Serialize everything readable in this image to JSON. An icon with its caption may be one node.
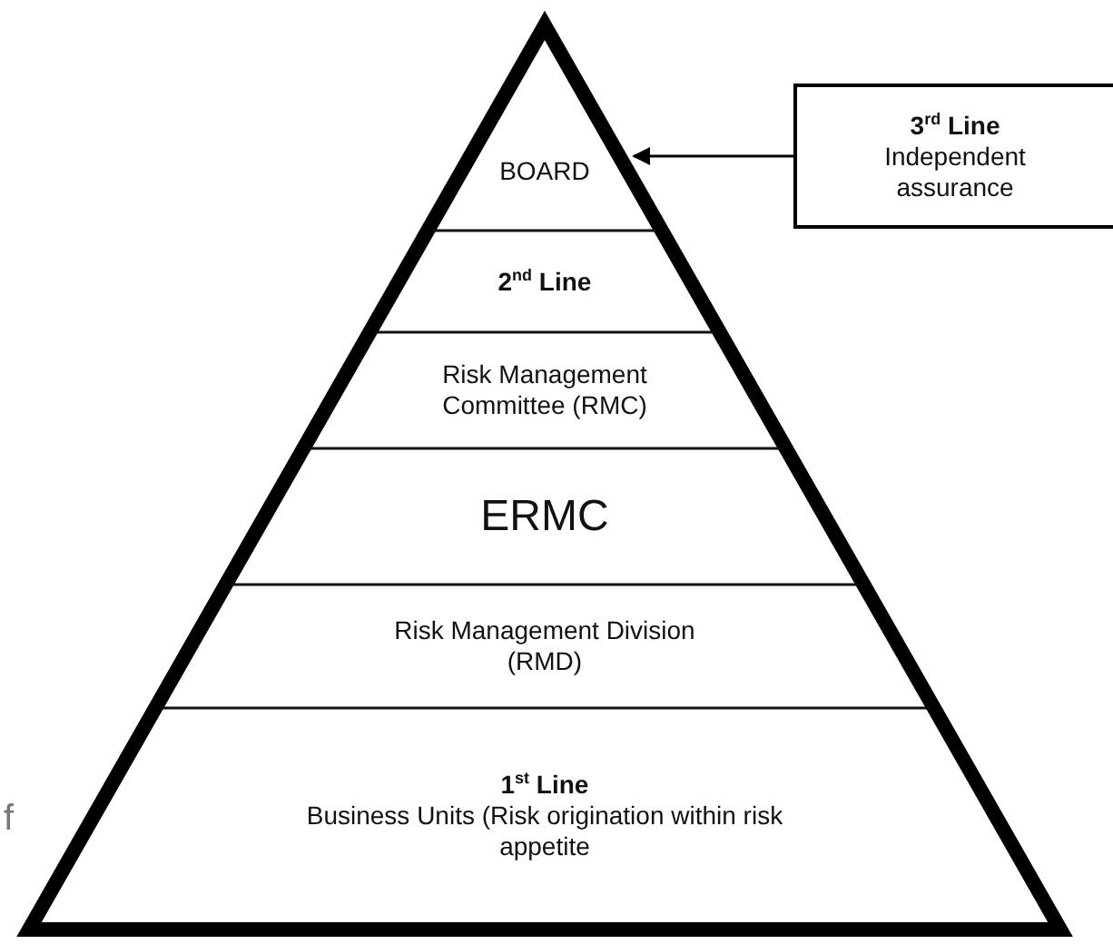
{
  "diagram": {
    "nodes": [
      {
        "text": [],
        "shape": "triangle"
      },
      {
        "text": [
          "BOARD"
        ],
        "in": 0
      },
      {
        "text": [
          "2$^{nd}$ Line"
        ],
        "in": 0
      },
      {
        "text": [
          "Risk Management Committee (RMC)"
        ],
        "in": 0
      },
      {
        "text": [
          "ERMC"
        ],
        "in": 0
      },
      {
        "text": [
          "Risk Management Division (RMD)"
        ],
        "in": 0
      },
      {
        "text": [
          "1$^{st}$ Line",
          "Business Units (Risk origination within risk appetite"
        ],
        "in": 0
      },
      {
        "text": [
          "3$^{rd}$ Line",
          "Independent assurance"
        ]
      }
    ],
    "edges": [
      {
        "from": 7,
        "to": 0,
        "arrow": "to"
      }
    ],
    "labels": [
      "f"
    ]
  }
}
